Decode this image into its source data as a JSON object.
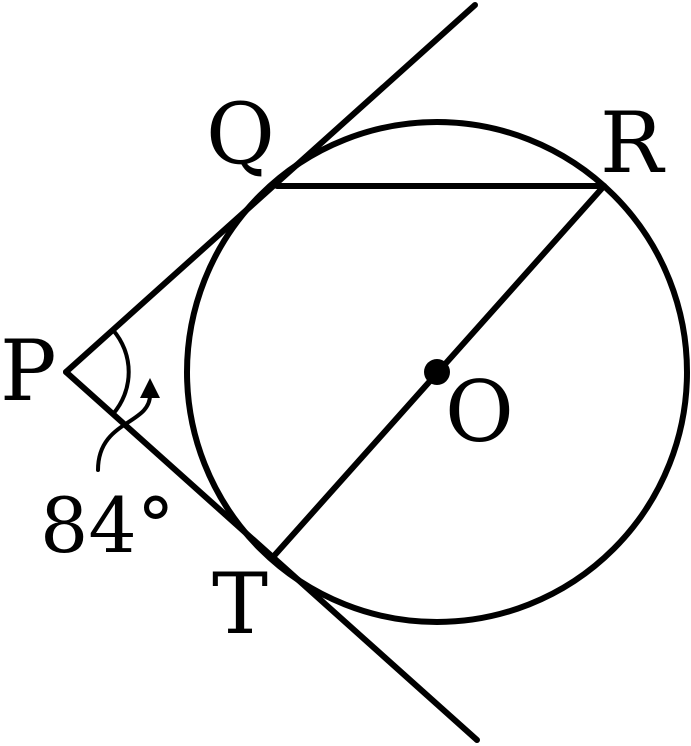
{
  "diagram": {
    "points": {
      "P": "P",
      "Q": "Q",
      "R": "R",
      "T": "T",
      "O": "O"
    },
    "angle_label": "84°"
  }
}
